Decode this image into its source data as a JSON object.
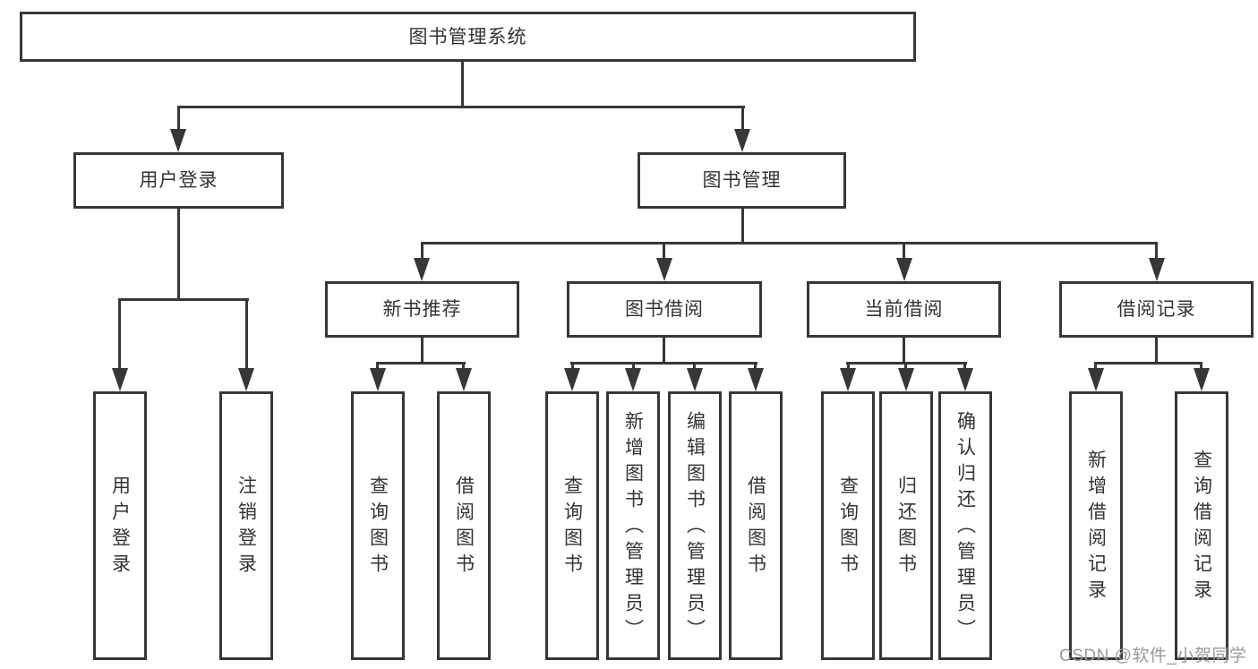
{
  "title": "图书管理系统",
  "colors": {
    "line": "#373737",
    "text": "#333333",
    "watermark": "#9a9a9a",
    "background": "#ffffff"
  },
  "tree": {
    "label": "图书管理系统",
    "children": [
      {
        "label": "用户登录",
        "children": [
          {
            "label": "用户登录"
          },
          {
            "label": "注销登录"
          }
        ]
      },
      {
        "label": "图书管理",
        "children": [
          {
            "label": "新书推荐",
            "children": [
              {
                "label": "查询图书"
              },
              {
                "label": "借阅图书"
              }
            ]
          },
          {
            "label": "图书借阅",
            "children": [
              {
                "label": "查询图书"
              },
              {
                "label": "新增图书（管理员）"
              },
              {
                "label": "编辑图书（管理员）"
              },
              {
                "label": "借阅图书"
              }
            ]
          },
          {
            "label": "当前借阅",
            "children": [
              {
                "label": "查询图书"
              },
              {
                "label": "归还图书"
              },
              {
                "label": "确认归还（管理员）"
              }
            ]
          },
          {
            "label": "借阅记录",
            "children": [
              {
                "label": "新增借阅记录"
              },
              {
                "label": "查询借阅记录"
              }
            ]
          }
        ]
      }
    ]
  },
  "watermark": "CSDN @软件_小贺同学"
}
